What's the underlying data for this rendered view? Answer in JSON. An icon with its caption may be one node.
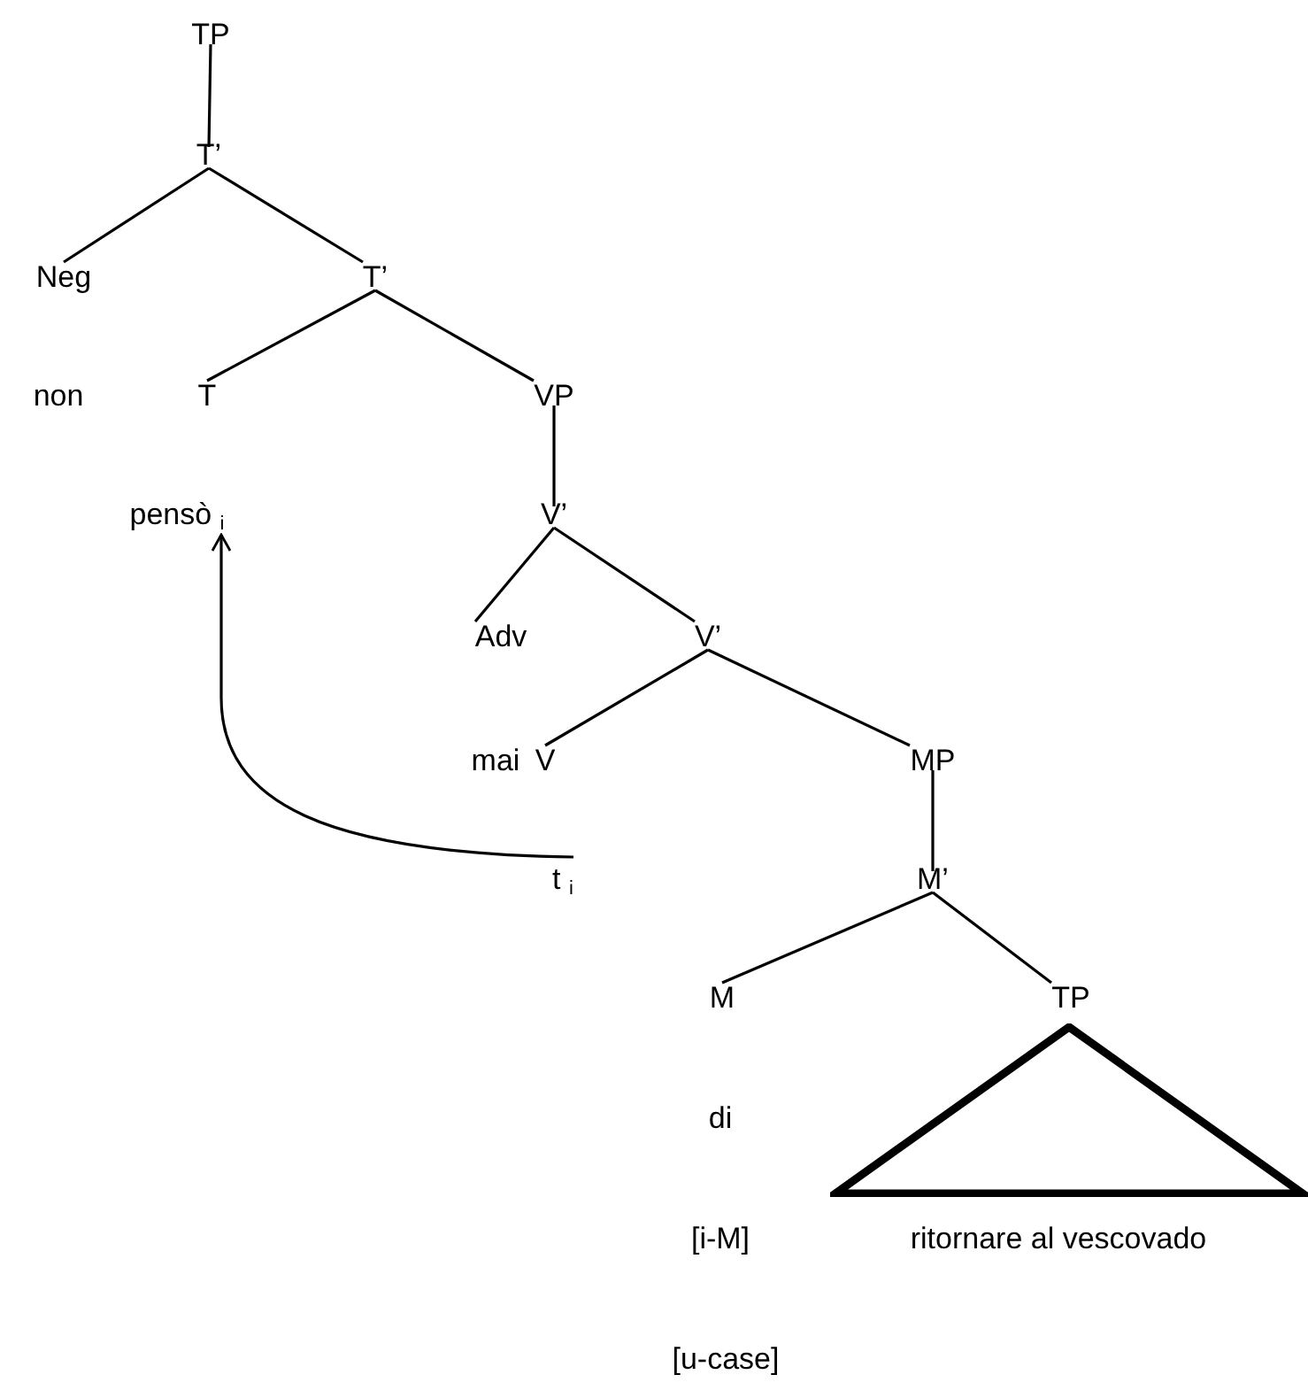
{
  "diagram": {
    "nodes": [
      {
        "text": [
          "TP"
        ]
      },
      {
        "text": [
          "T’"
        ]
      },
      {
        "text": [
          "Neg"
        ]
      },
      {
        "text": [
          "T’"
        ]
      },
      {
        "text": [
          "non"
        ]
      },
      {
        "text": [
          "T"
        ]
      },
      {
        "text": [
          "VP"
        ]
      },
      {
        "text": [
          "pensò $_{i}$"
        ]
      },
      {
        "text": [
          "V’"
        ]
      },
      {
        "text": [
          "Adv"
        ]
      },
      {
        "text": [
          "V’"
        ]
      },
      {
        "text": [
          "mai"
        ]
      },
      {
        "text": [
          "V"
        ]
      },
      {
        "text": [
          "MP"
        ]
      },
      {
        "text": [
          "t $_{i}$"
        ]
      },
      {
        "text": [
          "M’"
        ]
      },
      {
        "text": [
          "M"
        ]
      },
      {
        "text": [
          "TP"
        ]
      },
      {
        "text": [
          "di"
        ]
      },
      {
        "text": [
          "[i-M]"
        ]
      },
      {
        "text": [
          "ritornare al vescovado"
        ]
      },
      {
        "text": [
          "[u-case]"
        ]
      },
      {
        "text": [],
        "shape": "triangle"
      }
    ],
    "edges": [
      {
        "from": 0,
        "to": 1,
        "arrow": "none"
      },
      {
        "from": 1,
        "to": 2,
        "arrow": "none"
      },
      {
        "from": 1,
        "to": 3,
        "arrow": "none"
      },
      {
        "from": 3,
        "to": 5,
        "arrow": "none"
      },
      {
        "from": 3,
        "to": 6,
        "arrow": "none"
      },
      {
        "from": 6,
        "to": 8,
        "arrow": "none"
      },
      {
        "from": 8,
        "to": 9,
        "arrow": "none"
      },
      {
        "from": 8,
        "to": 10,
        "arrow": "none"
      },
      {
        "from": 10,
        "to": 12,
        "arrow": "none"
      },
      {
        "from": 10,
        "to": 13,
        "arrow": "none"
      },
      {
        "from": 13,
        "to": 15,
        "arrow": "none"
      },
      {
        "from": 15,
        "to": 16,
        "arrow": "none"
      },
      {
        "from": 15,
        "to": 17,
        "arrow": "none"
      },
      {
        "from": 14,
        "to": 7,
        "arrow": "to"
      }
    ]
  }
}
